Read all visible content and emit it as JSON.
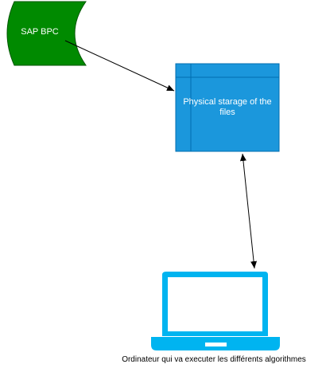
{
  "colors": {
    "background": "#ffffff",
    "sap_fill": "#008a00",
    "sap_stroke": "#005700",
    "storage_fill": "#1b97dc",
    "storage_stroke": "#006eaf",
    "laptop": "#00b4f0",
    "connector": "#000000",
    "label_text": "#ffffff",
    "caption_text": "#000000"
  },
  "nodes": {
    "sap_bpc": {
      "label": "SAP BPC",
      "shape": "stored-data",
      "icon": "database-shape-icon"
    },
    "physical_storage": {
      "label": "Physical starage of the files",
      "shape": "internal-storage",
      "icon": "storage-grid-icon"
    },
    "computer": {
      "label": "Ordinateur qui va executer les différents algorithmes",
      "shape": "laptop",
      "icon": "laptop-icon"
    }
  },
  "edges": [
    {
      "from": "SAP BPC",
      "to": "Physical starage of the files",
      "direction": "one-way"
    },
    {
      "from": "Physical starage of the files",
      "to": "Ordinateur qui va executer les différents algorithmes",
      "direction": "two-way"
    }
  ]
}
